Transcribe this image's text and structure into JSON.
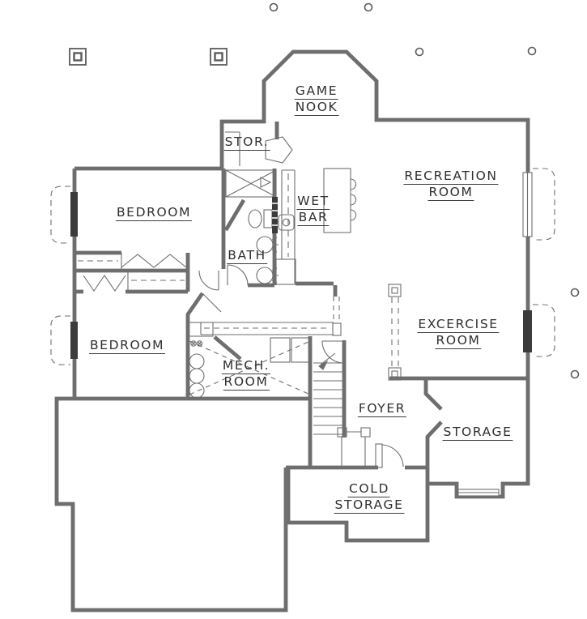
{
  "drawing": {
    "type": "basement floor plan",
    "colors": {
      "wall_line": "#6e6e6e",
      "detail_line": "#6e6e6e",
      "dark_fill": "#3c3c3c",
      "label_text": "#2f2f2f",
      "background": "#ffffff"
    }
  },
  "rooms": {
    "game_nook": {
      "label_lines": [
        "GAME",
        "NOOK"
      ]
    },
    "storage_closet": {
      "label_lines": [
        "STOR."
      ]
    },
    "recreation_room": {
      "label_lines": [
        "RECREATION",
        "ROOM"
      ]
    },
    "bedroom_upper": {
      "label_lines": [
        "BEDROOM"
      ]
    },
    "wet_bar": {
      "label_lines": [
        "WET",
        "BAR"
      ]
    },
    "bath": {
      "label_lines": [
        "BATH"
      ]
    },
    "bedroom_lower": {
      "label_lines": [
        "BEDROOM"
      ]
    },
    "mech_room": {
      "label_lines": [
        "MECH.",
        "ROOM"
      ]
    },
    "exercise_room": {
      "label_lines": [
        "EXCERCISE",
        "ROOM"
      ]
    },
    "foyer": {
      "label_lines": [
        "FOYER"
      ]
    },
    "storage_room": {
      "label_lines": [
        "STORAGE"
      ]
    },
    "cold_storage": {
      "label_lines": [
        "COLD",
        "STORAGE"
      ]
    }
  },
  "symbols": {
    "deck_footing": "double-square",
    "post_marker": "small-circle",
    "window_well": "dashed-rounded-rect",
    "window": "dark-slab-in-wall",
    "bifold_door": "zigzag",
    "stairs": "treads-with-up-arrow"
  }
}
